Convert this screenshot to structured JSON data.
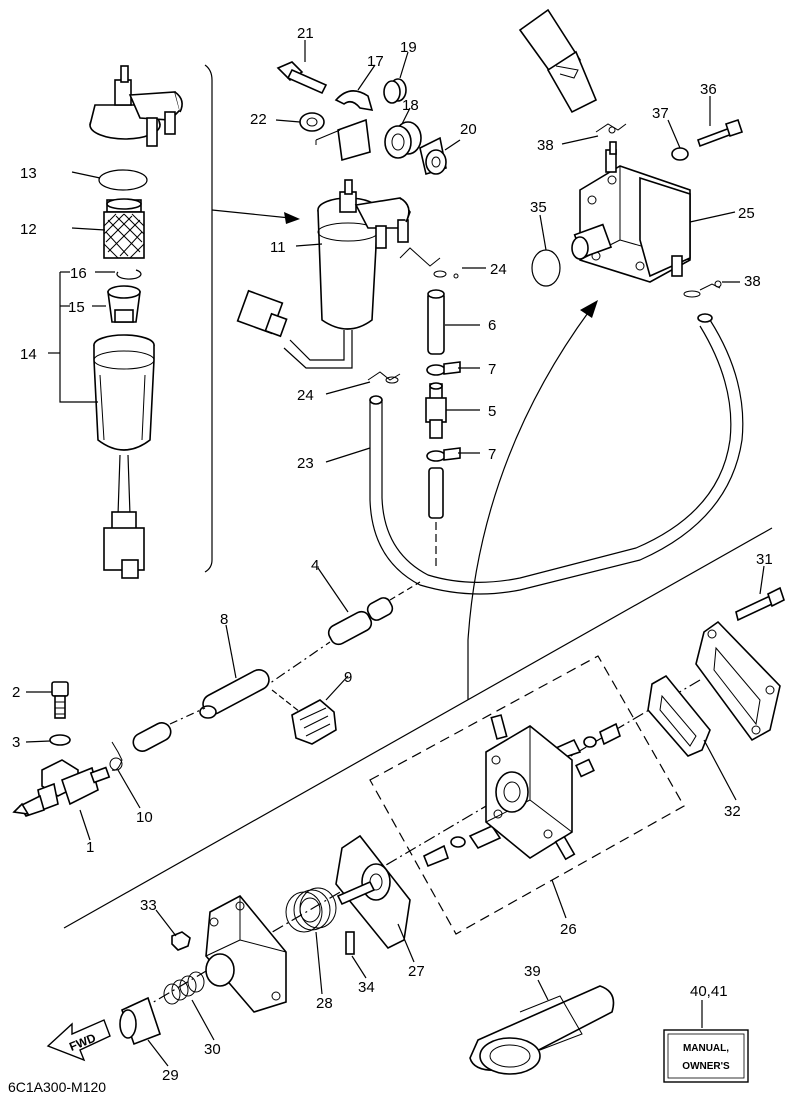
{
  "diagram": {
    "code": "6C1A300-M120",
    "fwd_label": "FWD",
    "manual_box": [
      "MANUAL,",
      "OWNER'S"
    ],
    "callouts": {
      "c1": "1",
      "c2": "2",
      "c3": "3",
      "c4": "4",
      "c5": "5",
      "c6": "6",
      "c7a": "7",
      "c7b": "7",
      "c8": "8",
      "c9": "9",
      "c10": "10",
      "c11": "11",
      "c12": "12",
      "c13": "13",
      "c14": "14",
      "c15": "15",
      "c16": "16",
      "c17": "17",
      "c18": "18",
      "c19": "19",
      "c20": "20",
      "c21": "21",
      "c22": "22",
      "c23": "23",
      "c24a": "24",
      "c24b": "24",
      "c25": "25",
      "c26": "26",
      "c27": "27",
      "c28": "28",
      "c29": "29",
      "c30": "30",
      "c31": "31",
      "c32": "32",
      "c33": "33",
      "c34": "34",
      "c35": "35",
      "c36": "36",
      "c37": "37",
      "c38a": "38",
      "c38b": "38",
      "c39": "39",
      "c4041": "40,41"
    }
  }
}
